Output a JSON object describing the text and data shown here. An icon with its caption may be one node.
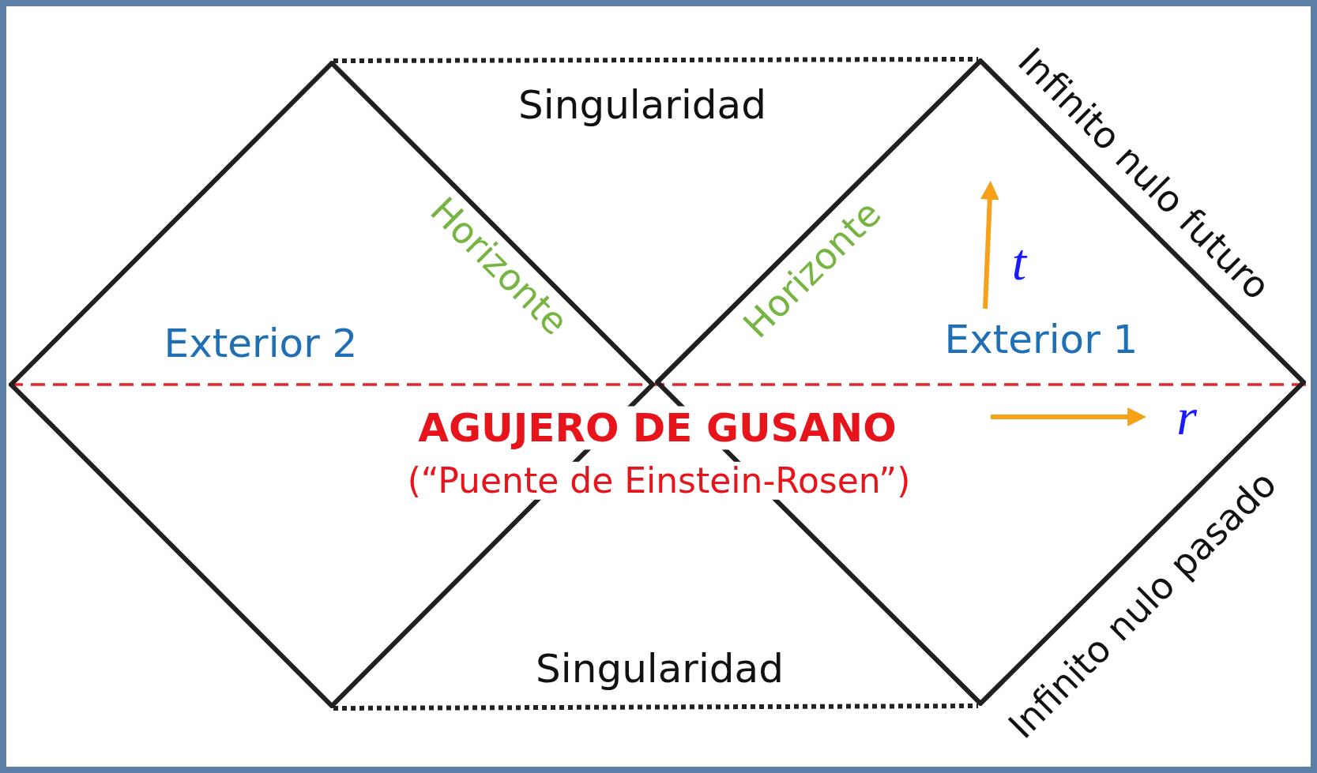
{
  "diagram": {
    "nodes": [
      {
        "text": [
          "Exterior 2"
        ]
      },
      {
        "text": [
          "Exterior 1"
        ]
      }
    ],
    "labels": [
      "Singularidad",
      "Horizonte",
      "Horizonte",
      "Infinito nulo futuro",
      "t",
      "AGUJERO DE GUSANO",
      "(“Puente de Einstein-Rosen”)",
      "r",
      "Infinito nulo pasado",
      "Singularidad"
    ]
  }
}
